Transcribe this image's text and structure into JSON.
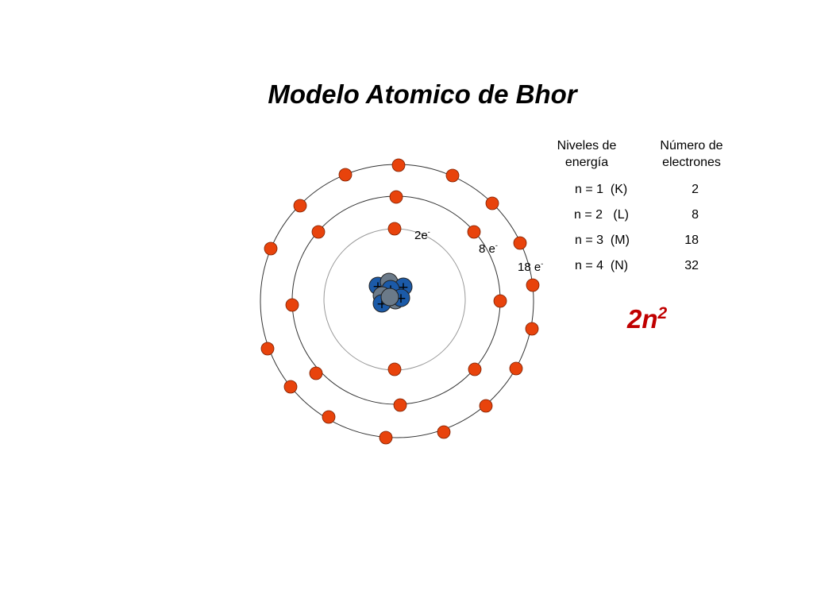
{
  "title": "Modelo Atomico de Bhor",
  "orbit_labels": {
    "k": {
      "main": "2e",
      "sup": "-"
    },
    "l": {
      "main": "8 e",
      "sup": "-"
    },
    "m": {
      "main": "18 e",
      "sup": "-"
    }
  },
  "table": {
    "header_levels": "Niveles de\nenergía",
    "header_electrons": "Número de\nelectrones",
    "rows": [
      {
        "level": "n = 1  (K)",
        "electrons": "2"
      },
      {
        "level": "n = 2   (L)",
        "electrons": "8"
      },
      {
        "level": "n = 3  (M)",
        "electrons": "18"
      },
      {
        "level": "n = 4  (N)",
        "electrons": "32"
      }
    ]
  },
  "formula": {
    "base": "2n",
    "exp": "2"
  },
  "nucleus": {
    "proton_symbol": "+"
  },
  "colors": {
    "electron": "#e8430c",
    "proton": "#1b5aa8",
    "neutron": "#6b7a89",
    "formula": "#c00000"
  }
}
